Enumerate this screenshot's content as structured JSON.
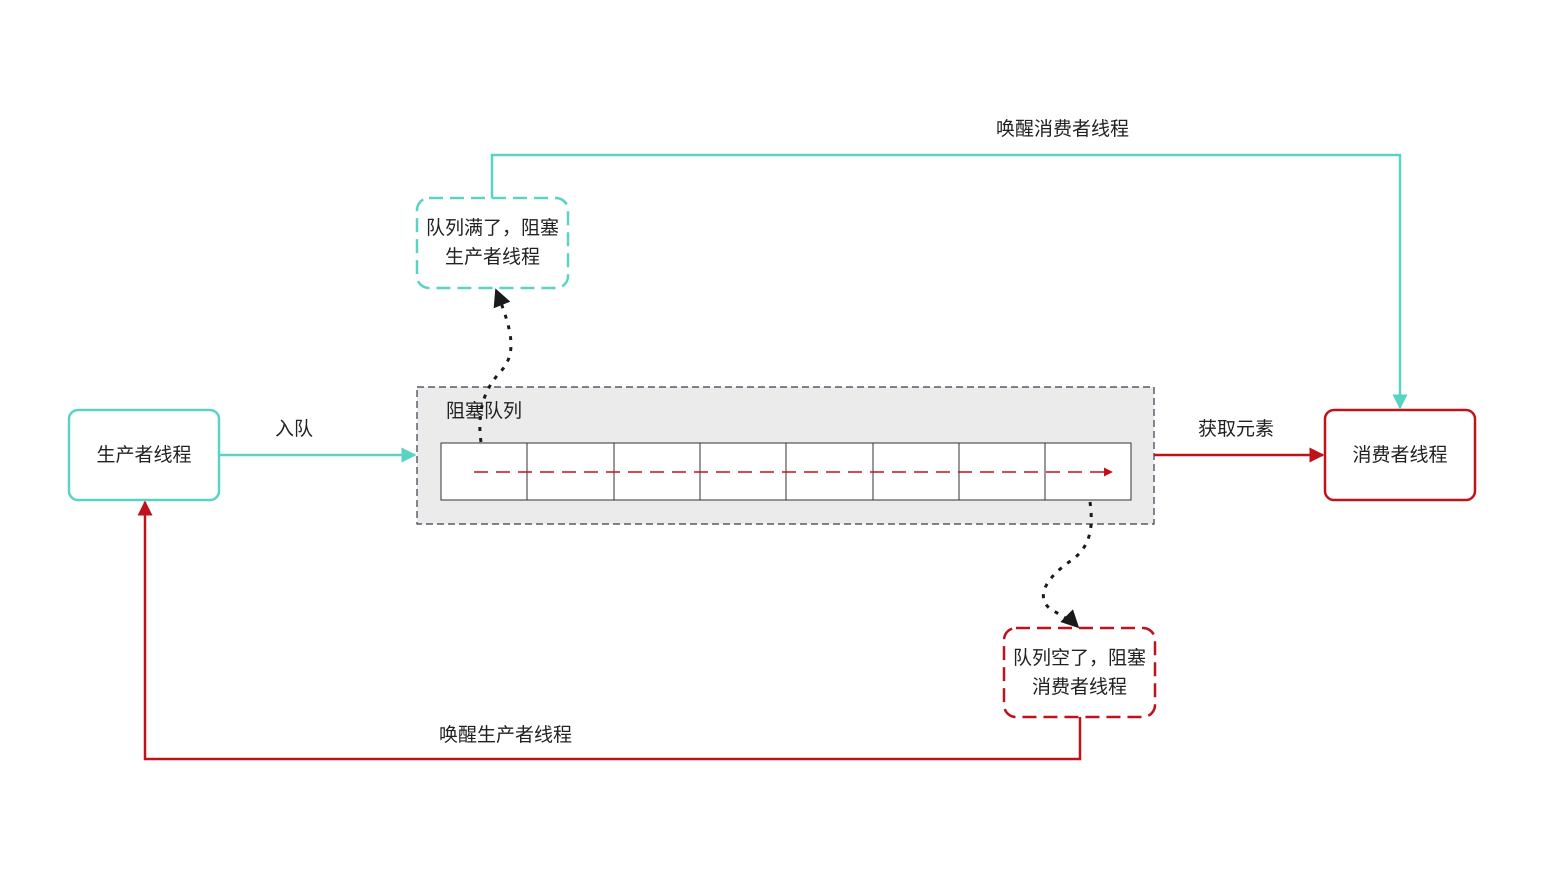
{
  "colors": {
    "producer": "#5ad3c4",
    "consumer": "#c0121a",
    "queue_bg": "#ebebeb",
    "queue_border": "#3a3a4a",
    "dotted": "#1a1a1a"
  },
  "nodes": {
    "producer": "生产者线程",
    "consumer": "消费者线程",
    "queue_full": {
      "line1": "队列满了，阻塞",
      "line2": "生产者线程"
    },
    "queue_empty": {
      "line1": "队列空了，阻塞",
      "line2": "消费者线程"
    }
  },
  "queue": {
    "title": "阻塞队列",
    "slots": 8
  },
  "edges": {
    "enqueue": "入队",
    "take": "获取元素",
    "wake_consumer": "唤醒消费者线程",
    "wake_producer": "唤醒生产者线程"
  }
}
